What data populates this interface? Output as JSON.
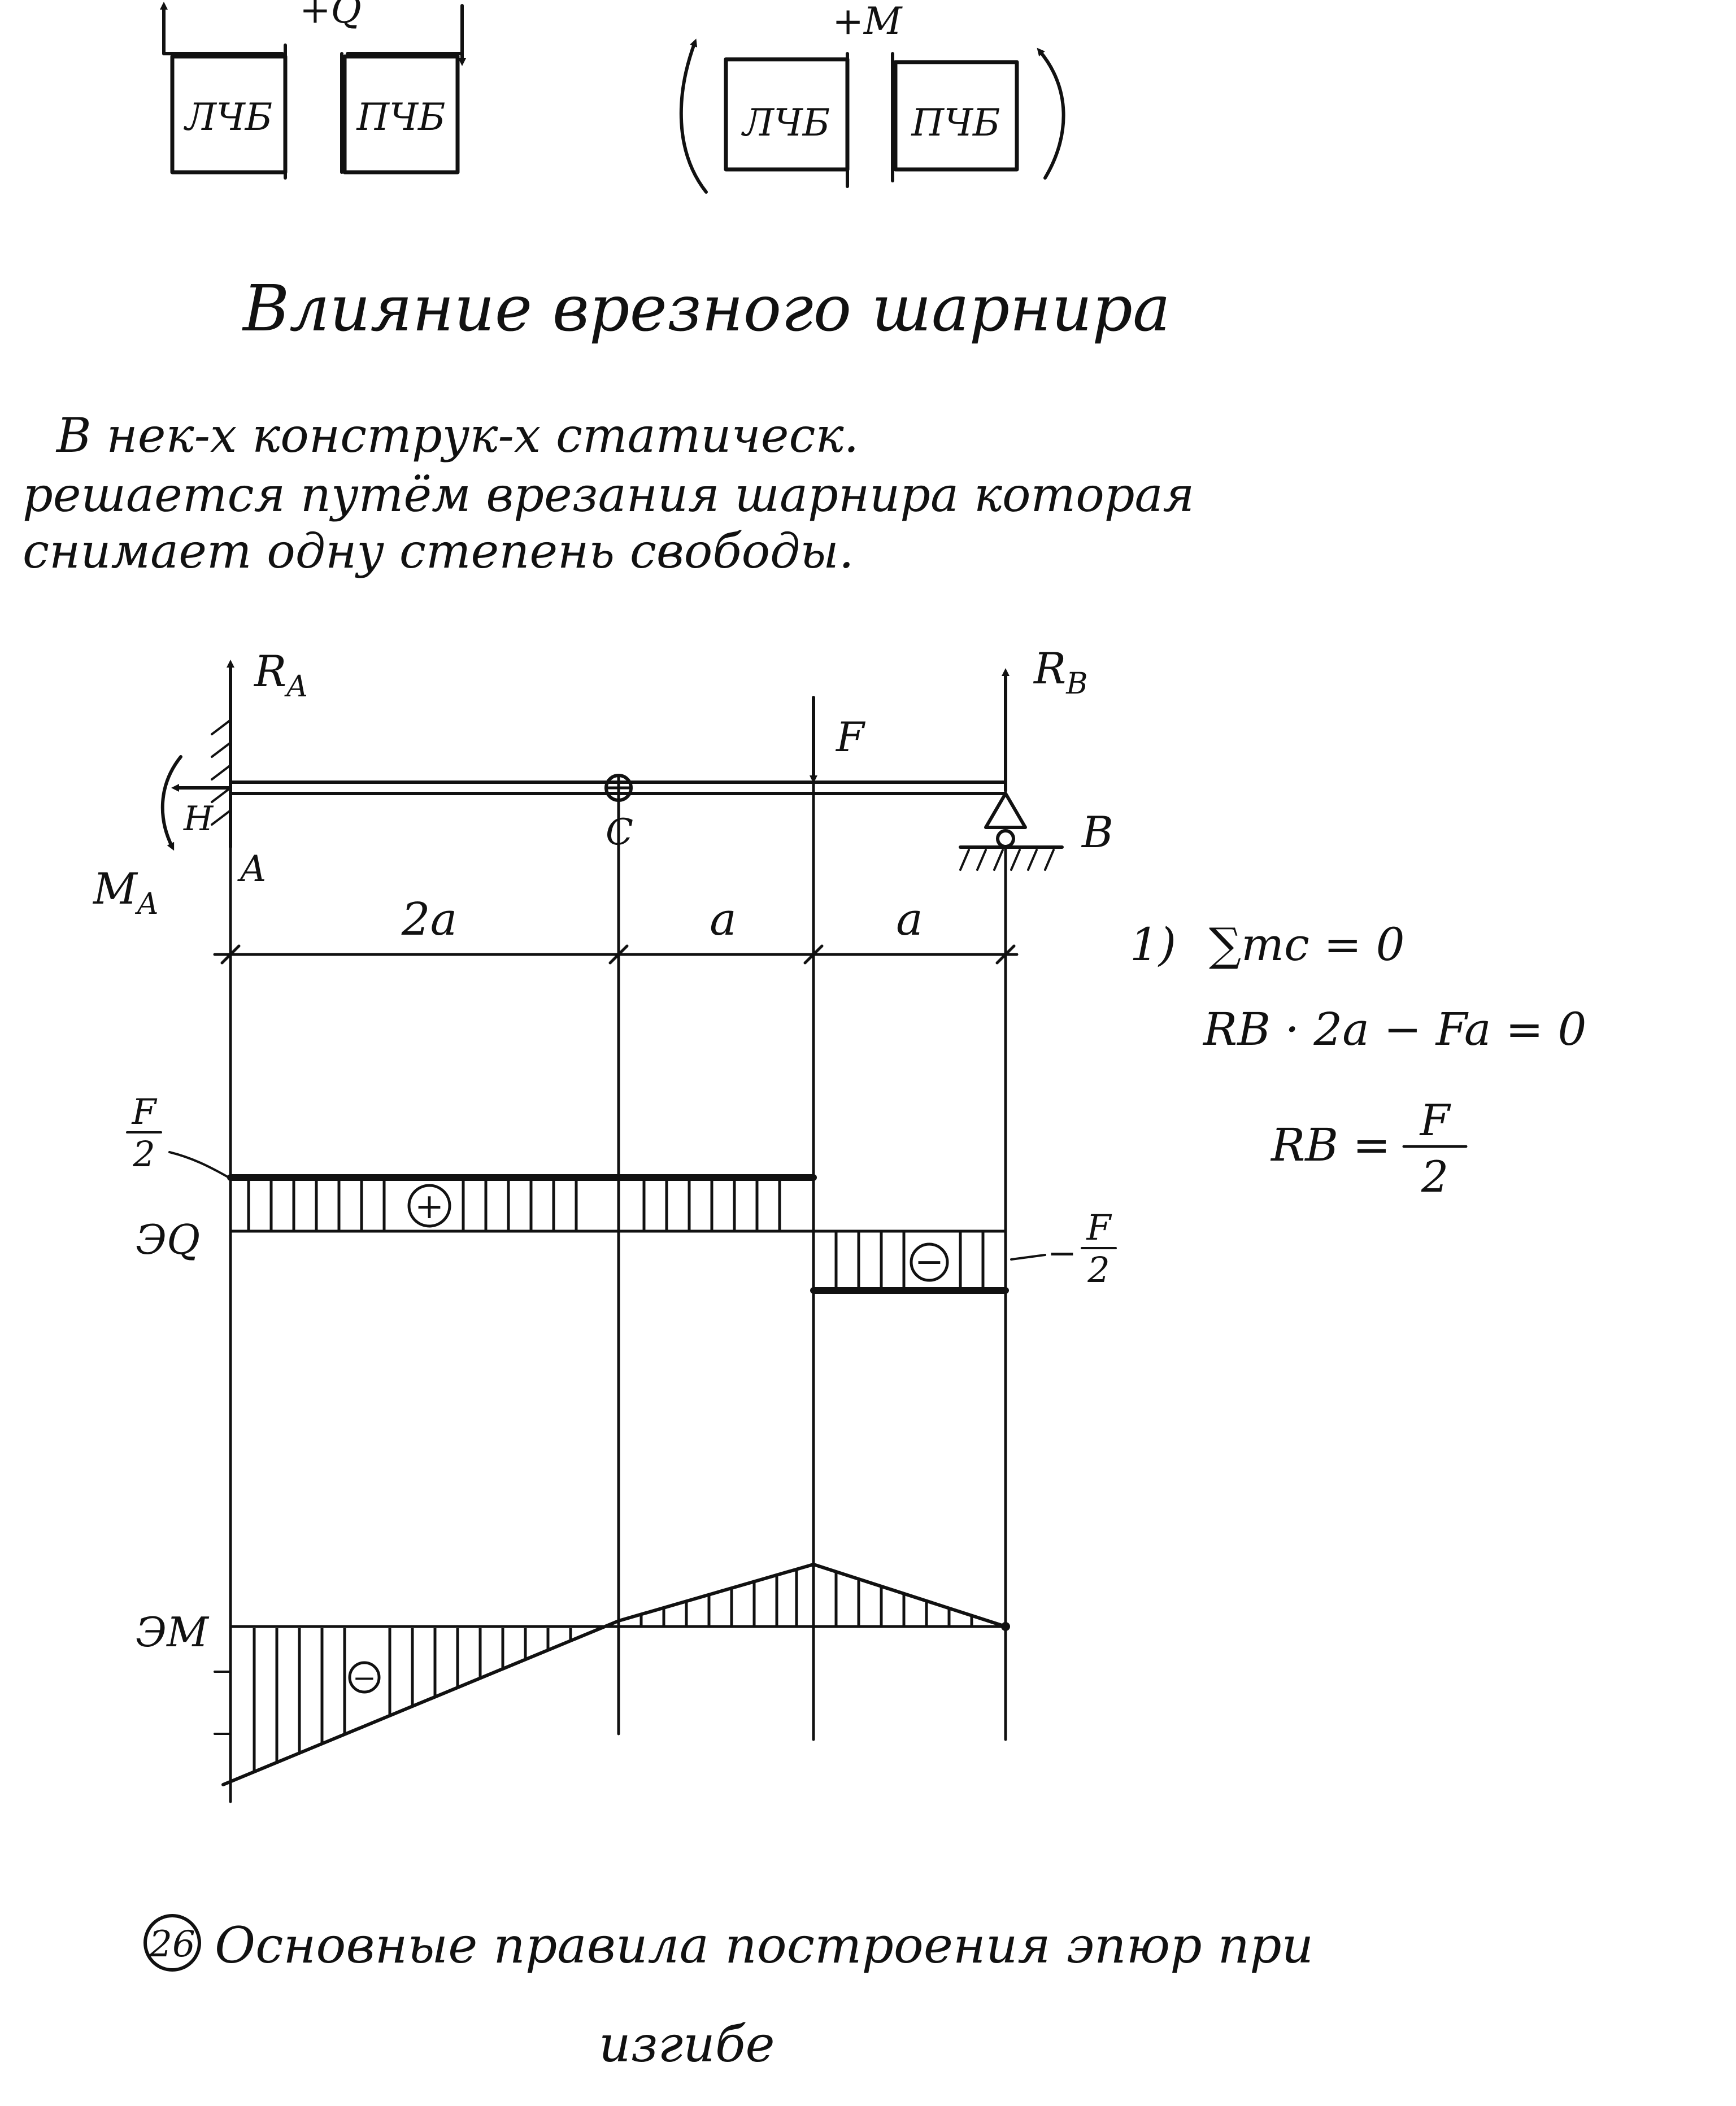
{
  "sign_convention": {
    "shear_label": "+Q",
    "moment_label": "+M",
    "left_part": "ЛЧБ",
    "right_part": "ПЧБ"
  },
  "heading": "Влияние врезного шарнира",
  "paragraph": [
    "В нек-х конструк-х статическ.",
    "решается путём врезания шарнира которая",
    "снимает одну степень свободы."
  ],
  "beam": {
    "reaction_A": "R",
    "reaction_A_sub": "A",
    "reaction_B": "R",
    "reaction_B_sub": "B",
    "force": "F",
    "horizontal_reaction": "H",
    "moment_reaction": "M",
    "moment_reaction_sub": "A",
    "point_A": "A",
    "point_B": "B",
    "hinge": "C",
    "span_labels": [
      "2a",
      "a",
      "a"
    ]
  },
  "equations": {
    "step": "1)",
    "line1": "∑mc = 0",
    "line2": "RB · 2a − Fa = 0",
    "line3_left": "RB =",
    "fraction_num": "F",
    "fraction_den": "2"
  },
  "shear_diagram": {
    "label": "ЭQ",
    "top_value_num": "F",
    "top_value_den": "2",
    "bottom_value_sign": "−",
    "bottom_value_num": "F",
    "bottom_value_den": "2",
    "plus_sign": "+",
    "minus_sign": "−"
  },
  "moment_diagram": {
    "label": "ЭМ",
    "minus_sign": "−"
  },
  "footer": {
    "number": "26",
    "line1": "Основные правила построения эпюр при",
    "line2": "изгибе"
  }
}
